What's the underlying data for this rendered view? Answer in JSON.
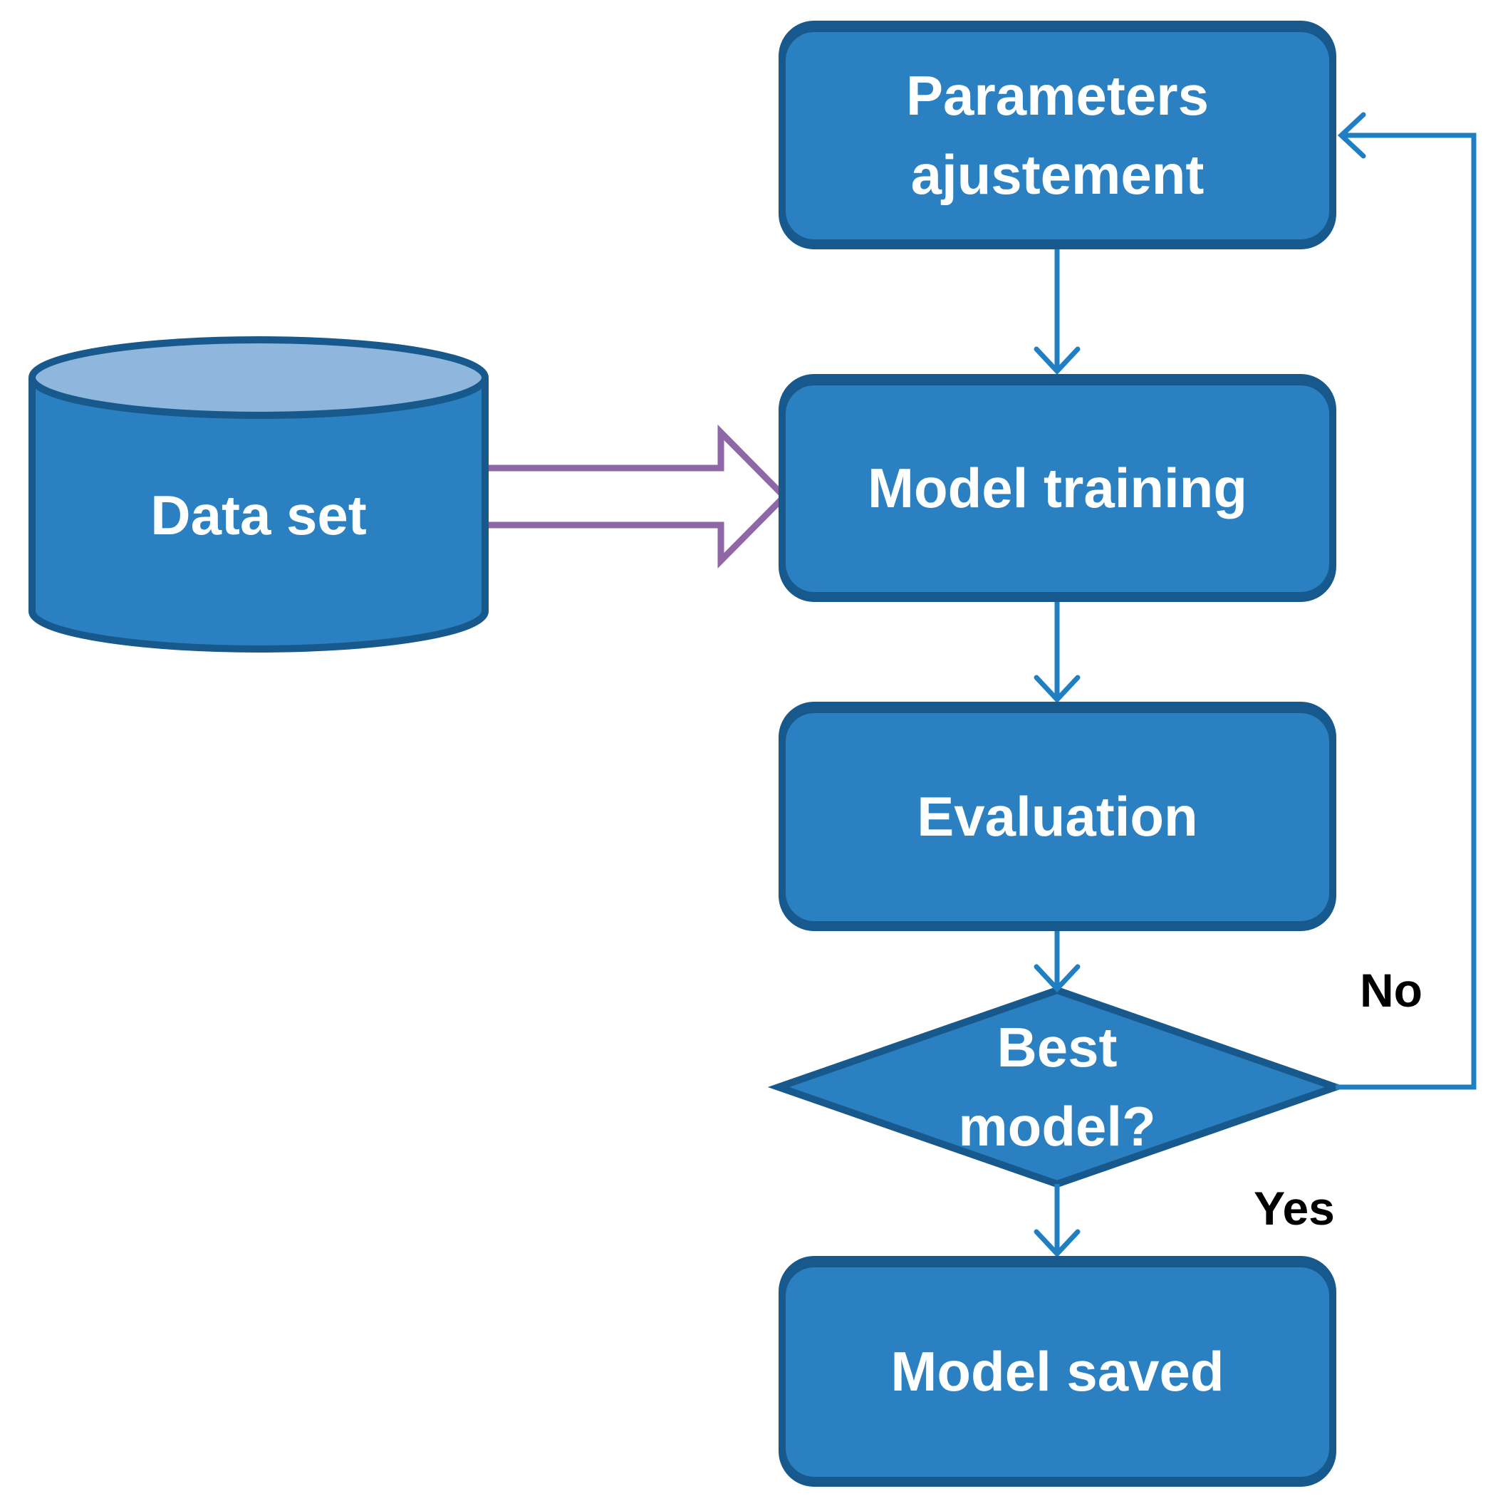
{
  "diagram": {
    "nodes": {
      "dataset": {
        "label": "Data set",
        "shape": "cylinder-database"
      },
      "parameters": {
        "label": "Parameters ajustement",
        "shape": "rounded-rectangle"
      },
      "training": {
        "label": "Model training",
        "shape": "rounded-rectangle"
      },
      "evaluation": {
        "label": "Evaluation",
        "shape": "rounded-rectangle"
      },
      "decision": {
        "label": "Best model?",
        "shape": "diamond"
      },
      "saved": {
        "label": "Model saved",
        "shape": "rounded-rectangle"
      }
    },
    "edges": {
      "no_label": "No",
      "yes_label": "Yes"
    },
    "colors": {
      "node_fill": "#2a80c0",
      "node_border": "#17598c",
      "cylinder_top_fill": "#8fb6dc",
      "connector_blue": "#1f7fc2",
      "block_arrow_outline": "#8f66a6",
      "block_arrow_fill": "#ffffff",
      "node_text": "#ffffff",
      "edge_label_text": "#000000",
      "background": "#ffffff"
    }
  }
}
